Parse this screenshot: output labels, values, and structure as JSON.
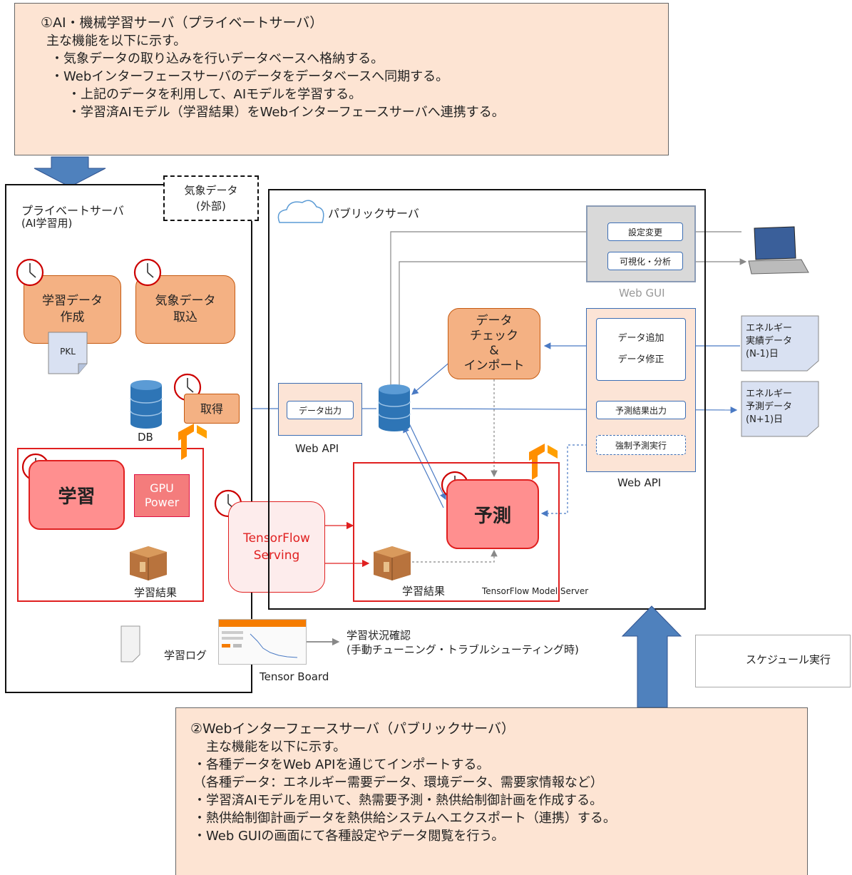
{
  "callout_top": {
    "title": "①AI・機械学習サーバ（プライベートサーバ）",
    "lines": [
      "主な機能を以下に示す。",
      "・気象データの取り込みを行いデータベースへ格納する。",
      "・Webインターフェースサーバのデータをデータベースへ同期する。",
      "・上記のデータを利用して、AIモデルを学習する。",
      "・学習済AIモデル（学習結果）をWebインターフェースサーバへ連携する。"
    ]
  },
  "callout_bottom": {
    "title": "②Webインターフェースサーバ（パブリックサーバ）",
    "lines": [
      "主な機能を以下に示す。",
      "・各種データをWeb APIを通じてインポートする。",
      "（各種データ：エネルギー需要データ、環境データ、需要家情報など）",
      "・学習済AIモデルを用いて、熱需要予測・熱供給制御計画を作成する。",
      "・熱供給制御計画データを熱供給システムへエクスポート（連携）する。",
      "・Web GUIの画面にて各種設定やデータ閲覧を行う。"
    ]
  },
  "private_server": {
    "title": "プライベートサーバ",
    "subtitle": "(AI学習用)",
    "weather_data": "気象データ\n(外部)",
    "train_data_create": "学習データ\n作成",
    "weather_import": "気象データ\n取込",
    "pkl": "PKL",
    "db": "DB",
    "fetch": "取得",
    "train": "学習",
    "gpu": "GPU\nPower",
    "train_result": "学習結果",
    "train_log": "学習ログ",
    "tensor_board": "Tensor Board",
    "tf_serving": "TensorFlow\nServing",
    "status_check": "学習状況確認",
    "status_check_sub": "(手動チューニング・トラブルシューティング時)"
  },
  "public_server": {
    "title": "パブリックサーバ",
    "data_output": "データ出力",
    "web_api_left": "Web API",
    "data_check": "データ\nチェック\n&\nインポート",
    "predict": "予測",
    "train_result": "学習結果",
    "model_server": "TensorFlow Model Server",
    "gui_settings": "設定変更",
    "gui_visual": "可視化・分析",
    "web_gui": "Web GUI",
    "data_add": "データ追加",
    "data_fix": "データ修正",
    "predict_output": "予測結果出力",
    "force_predict": "強制予測実行",
    "web_api_right": "Web API"
  },
  "external": {
    "energy_actual": "エネルギー\n実績データ\n(N-1)日",
    "energy_forecast": "エネルギー\n予測データ\n(N+1)日"
  },
  "legend": {
    "label": "スケジュール実行"
  },
  "colors": {
    "callout_bg": "#fde4d3",
    "arrow_blue": "#4472c4",
    "red": "#e02020",
    "orange_proc": "#f4b183"
  }
}
